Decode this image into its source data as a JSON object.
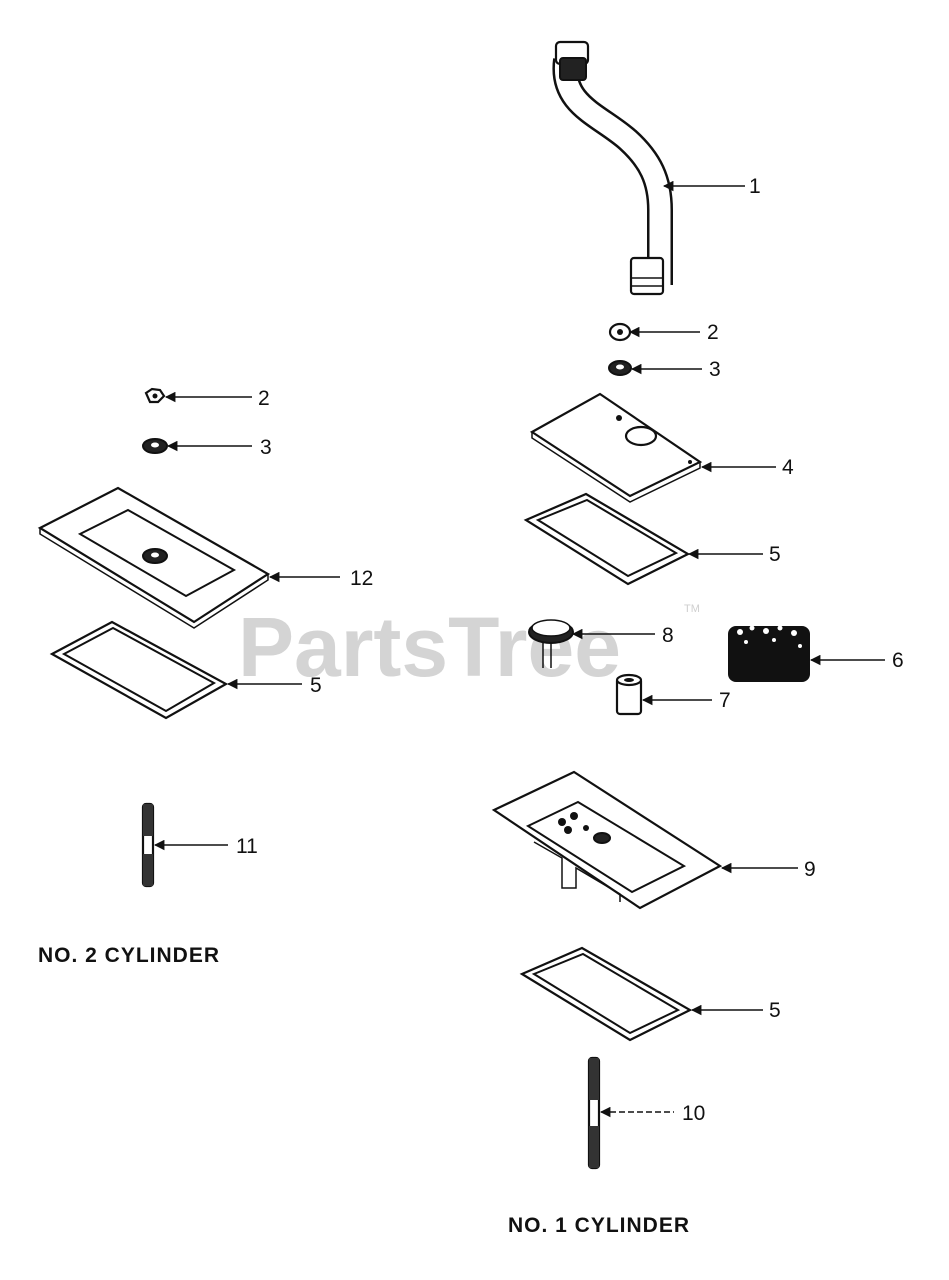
{
  "watermark": {
    "text": "PartsTree",
    "trademark": "TM"
  },
  "captions": {
    "left": "NO. 2 CYLINDER",
    "right": "NO. 1 CYLINDER"
  },
  "callouts": {
    "r1": "1",
    "r2": "2",
    "r3": "3",
    "r4": "4",
    "r5a": "5",
    "r8": "8",
    "r6": "6",
    "r7": "7",
    "r9": "9",
    "r5b": "5",
    "r10": "10",
    "l2": "2",
    "l3": "3",
    "l12": "12",
    "l5": "5",
    "l11": "11"
  }
}
